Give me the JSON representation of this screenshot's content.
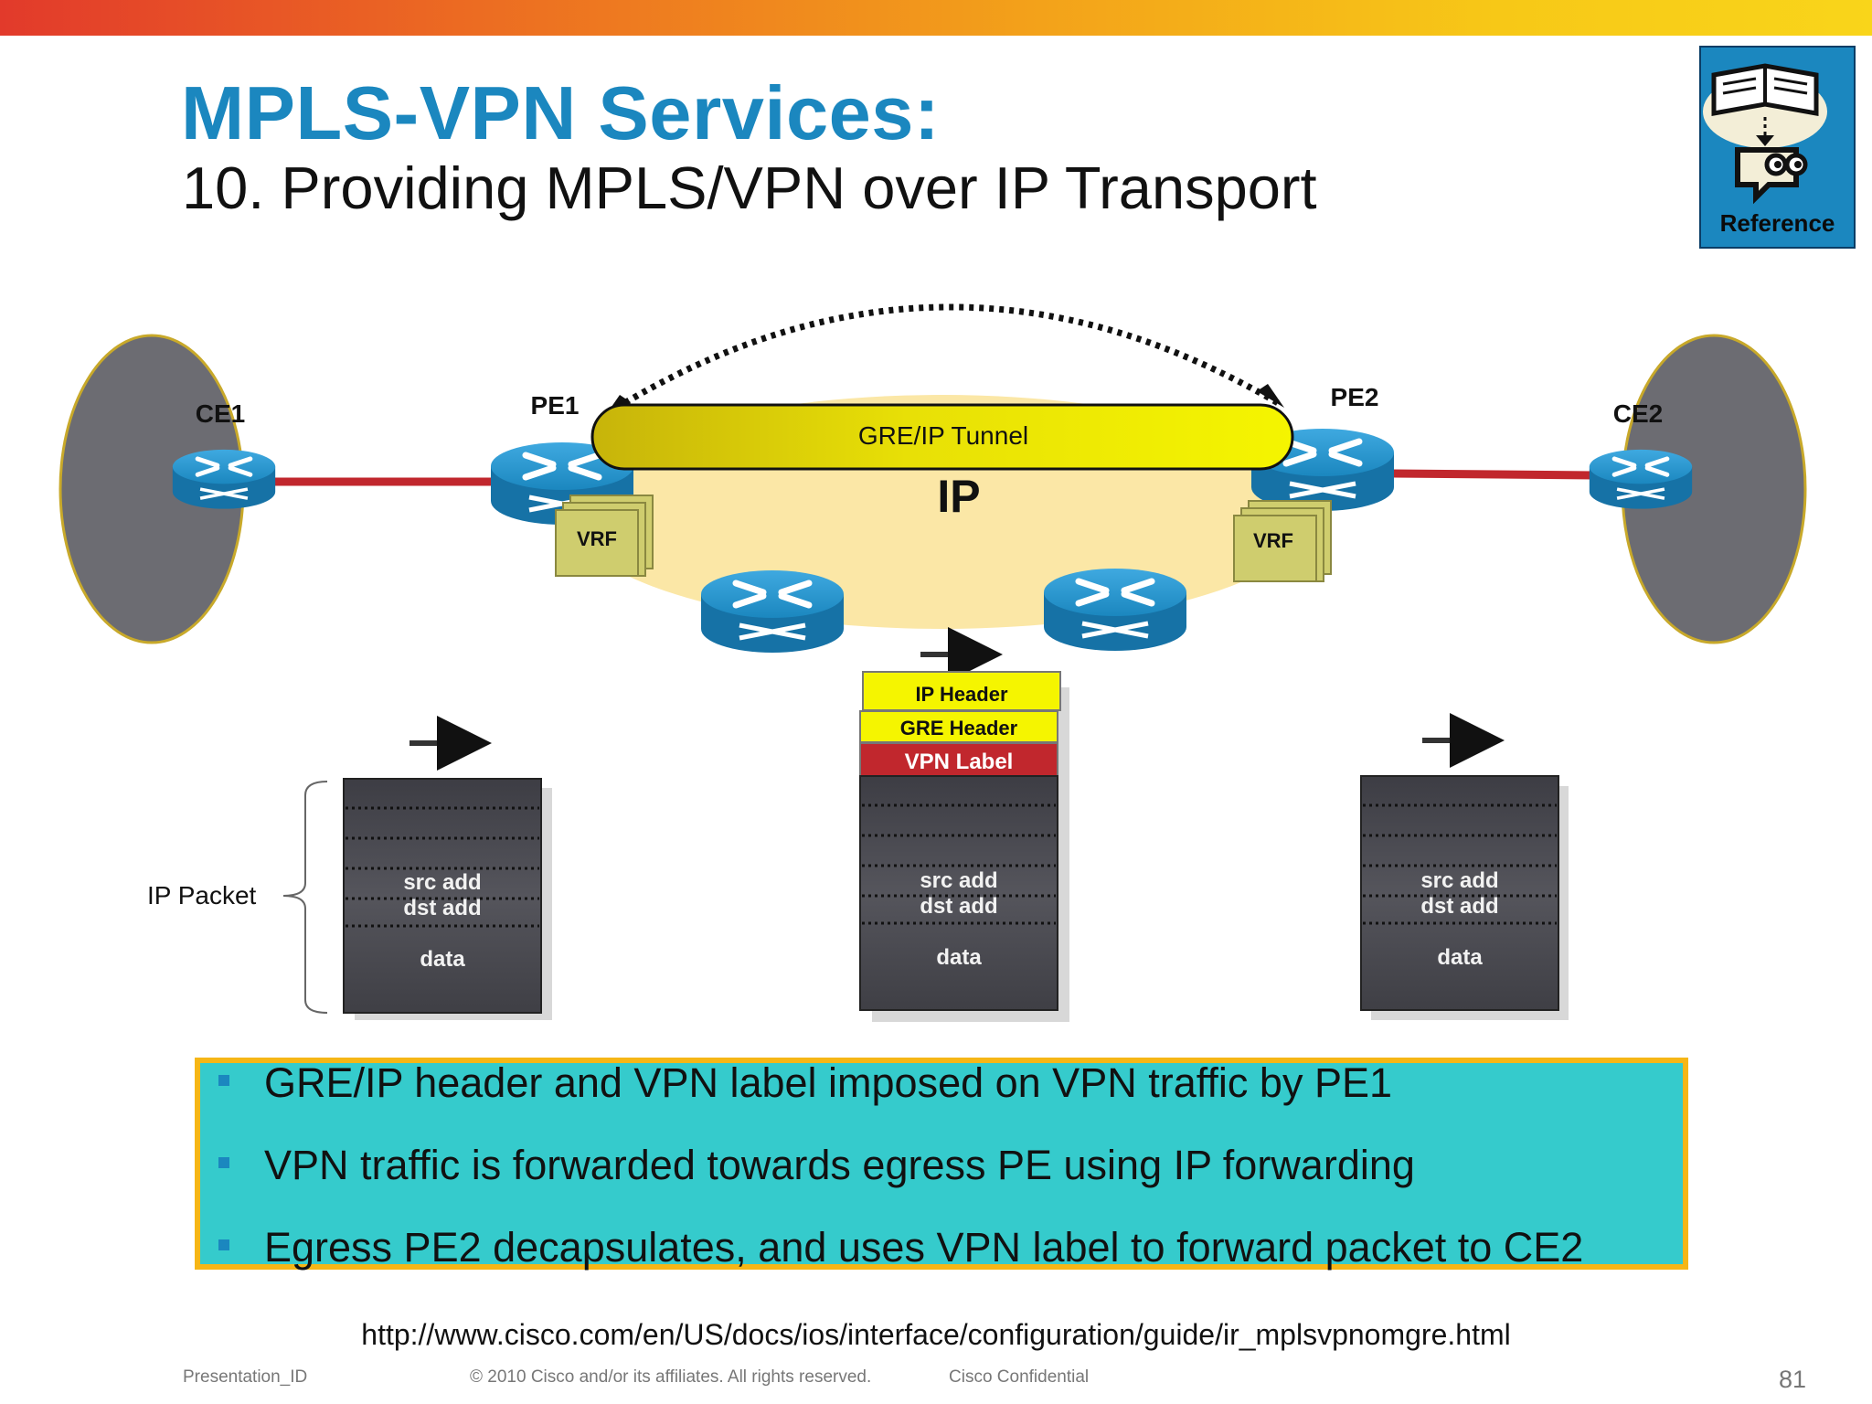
{
  "slide": {
    "title": "MPLS-VPN Services:",
    "subtitle": "10. Providing MPLS/VPN over IP Transport",
    "reference_label": "Reference"
  },
  "colors": {
    "accent_blue": "#1b87bf",
    "tunnel_yellow": "#f2f203",
    "vpn_label_red": "#c1272d",
    "bullet_box": "#35cbcc",
    "bullet_border": "#f6b616",
    "link_red": "#c1272d",
    "cloud_fill": "#fbe7a6"
  },
  "diagram": {
    "ce1_label": "CE1",
    "ce2_label": "CE2",
    "pe1_label": "PE1",
    "pe2_label": "PE2",
    "tunnel_label": "GRE/IP Tunnel",
    "cloud_label": "IP",
    "vrf_label_1": "VRF",
    "vrf_label_2": "VRF",
    "ip_packet_label": "IP Packet",
    "encap": {
      "ip_header": "IP Header",
      "gre_header": "GRE Header",
      "vpn_label": "VPN Label"
    },
    "packets": [
      {
        "src": "src add",
        "dst": "dst add",
        "data": "data"
      },
      {
        "src": "src add",
        "dst": "dst add",
        "data": "data"
      },
      {
        "src": "src add",
        "dst": "dst add",
        "data": "data"
      }
    ]
  },
  "bullets": [
    "GRE/IP header and VPN label imposed on VPN traffic by PE1",
    "VPN traffic is forwarded towards egress PE using IP forwarding",
    "Egress PE2 decapsulates, and uses VPN label to forward packet to CE2"
  ],
  "url": "http://www.cisco.com/en/US/docs/ios/interface/configuration/guide/ir_mplsvpnomgre.html",
  "footer": {
    "presentation_id": "Presentation_ID",
    "copyright": "© 2010 Cisco and/or its affiliates. All rights reserved.",
    "confidential": "Cisco Confidential",
    "page_number": "81"
  }
}
